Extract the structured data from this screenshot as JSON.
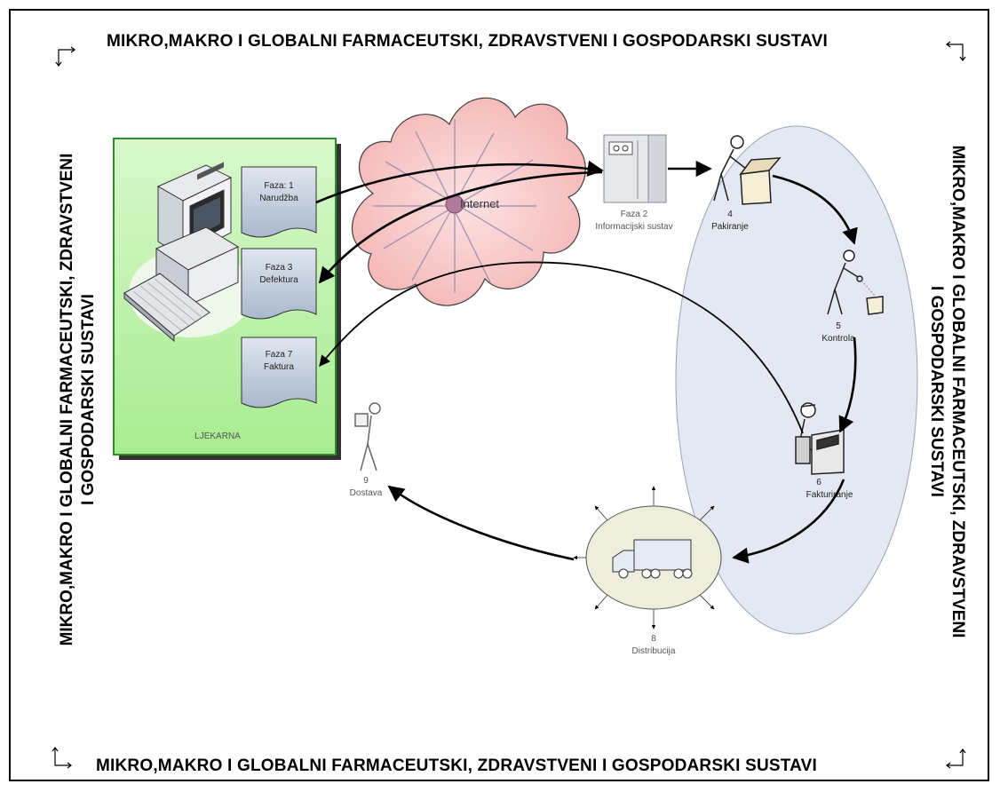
{
  "border_titles": {
    "top": "MIKRO,MAKRO I GLOBALNI FARMACEUTSKI, ZDRAVSTVENI I GOSPODARSKI SUSTAVI",
    "bottom": "MIKRO,MAKRO I GLOBALNI FARMACEUTSKI, ZDRAVSTVENI I GOSPODARSKI SUSTAVI",
    "left_line1": "MIKRO,MAKRO I GLOBALNI FARMACEUTSKI, ZDRAVSTVENI",
    "left_line2": "I GOSPODARSKI SUSTAVI",
    "right_line1": "MIKRO,MAKRO I GLOBALNI FARMACEUTSKI, ZDRAVSTVENI",
    "right_line2": "I GOSPODARSKI SUSTAVI"
  },
  "pharmacy": {
    "label": "LJEKARNA",
    "doc1_line1": "Faza: 1",
    "doc1_line2": "Narudžba",
    "doc3_line1": "Faza 3",
    "doc3_line2": "Defektura",
    "doc7_line1": "Faza 7",
    "doc7_line2": "Faktura"
  },
  "internet": {
    "label": "Internet"
  },
  "phases": {
    "p2_line1": "Faza 2",
    "p2_line2": "Informacijski sustav",
    "p4_num": "4",
    "p4_label": "Pakiranje",
    "p5_num": "5",
    "p5_label": "Kontrola",
    "p6_num": "6",
    "p6_label": "Fakturiranje",
    "p8_num": "8",
    "p8_label": "Distribucija",
    "p9_num": "9",
    "p9_label": "Dostava"
  },
  "colors": {
    "pharmacy_fill": "#b8f0a8",
    "pharmacy_border": "#2e8b2e",
    "doc_fill": "#c8d4e4",
    "cloud_fill": "#f8c8c8",
    "cloud_border": "#404040",
    "ellipse_fill": "#e4e8f2",
    "dist_fill": "#eeeedd"
  },
  "icons": [
    "computer-icon",
    "cloud-icon",
    "server-icon",
    "packer-icon",
    "inspector-icon",
    "clerk-icon",
    "truck-icon",
    "courier-icon"
  ]
}
